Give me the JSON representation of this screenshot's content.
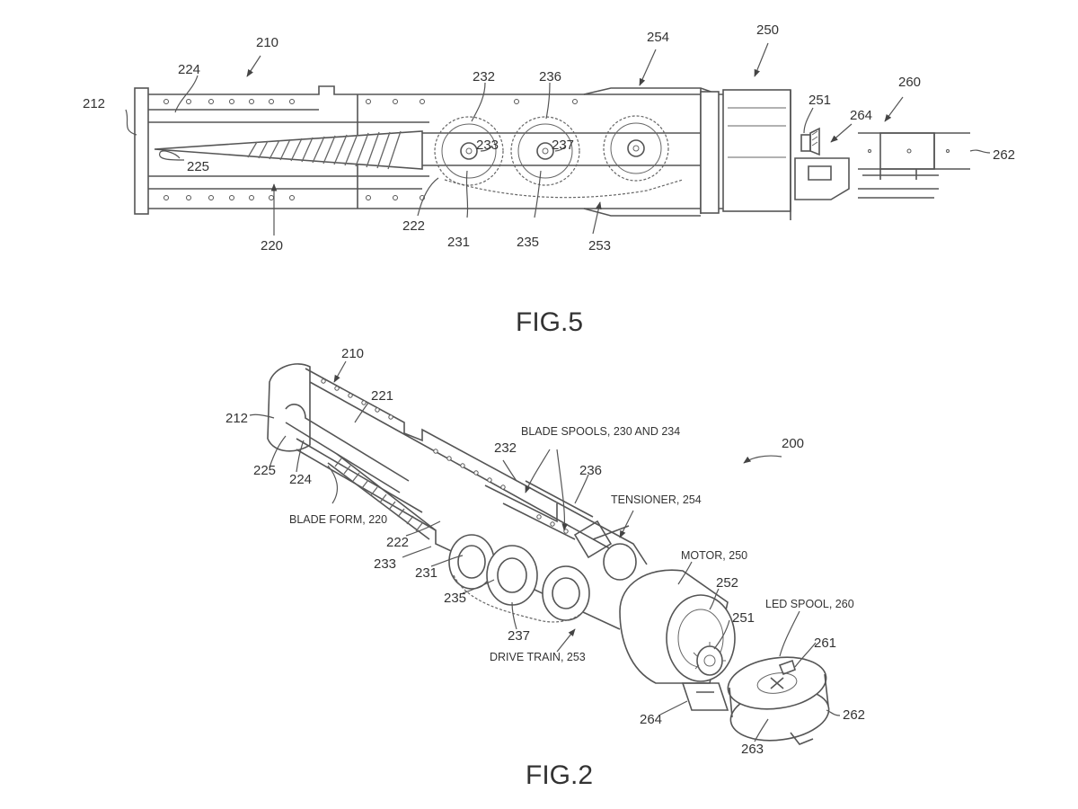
{
  "figures": {
    "fig5": {
      "caption": "FIG.5",
      "refs": {
        "r210": "210",
        "r212": "212",
        "r220": "220",
        "r222": "222",
        "r224": "224",
        "r225": "225",
        "r231": "231",
        "r232": "232",
        "r233": "233",
        "r235": "235",
        "r236": "236",
        "r237": "237",
        "r250": "250",
        "r251": "251",
        "r253": "253",
        "r254": "254",
        "r260": "260",
        "r262": "262",
        "r264": "264"
      }
    },
    "fig2": {
      "caption": "FIG.2",
      "refs": {
        "r200": "200",
        "r210": "210",
        "r212": "212",
        "r221": "221",
        "r222": "222",
        "r224": "224",
        "r225": "225",
        "r231": "231",
        "r232": "232",
        "r233": "233",
        "r235": "235",
        "r236": "236",
        "r237": "237",
        "r251": "251",
        "r252": "252",
        "r261": "261",
        "r262": "262",
        "r263": "263",
        "r264": "264"
      },
      "labels": {
        "blade_spools": "BLADE SPOOLS, 230 AND 234",
        "tensioner": "TENSIONER, 254",
        "blade_form": "BLADE FORM, 220",
        "motor": "MOTOR, 250",
        "led_spool": "LED SPOOL, 260",
        "drive_train": "DRIVE TRAIN, 253"
      }
    }
  }
}
